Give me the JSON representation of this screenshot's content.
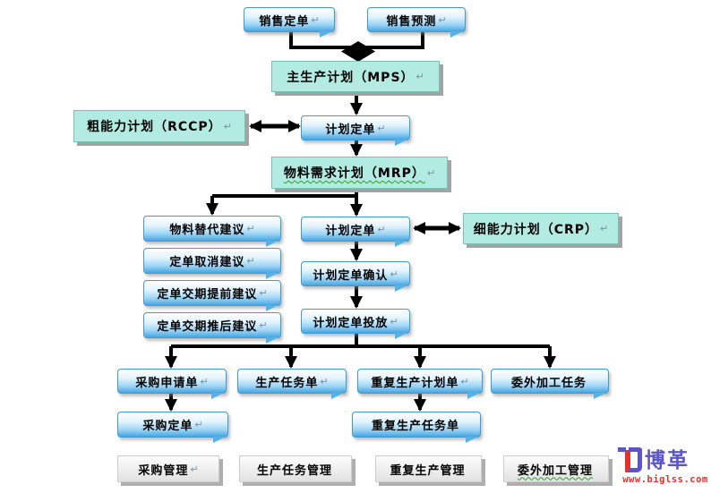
{
  "nodes": {
    "sales_order": {
      "label": "销售定单",
      "suffix": "↵"
    },
    "sales_forecast": {
      "label": "销售预测",
      "suffix": "↵"
    },
    "mps": {
      "label": "主生产计划（MPS）",
      "suffix": "↵"
    },
    "rccp": {
      "label": "粗能力计划（RCCP）",
      "suffix": "↵"
    },
    "planned_order_1": {
      "label": "计划定单",
      "suffix": "↵"
    },
    "mrp": {
      "label": "物料需求计划（MRP）",
      "suffix": "↵"
    },
    "material_substitute": {
      "label": "物料替代建议",
      "suffix": "↵"
    },
    "order_cancel": {
      "label": "定单取消建议",
      "suffix": "↵"
    },
    "order_advance": {
      "label": "定单交期提前建议",
      "suffix": "↵"
    },
    "order_delay": {
      "label": "定单交期推后建议",
      "suffix": "↵"
    },
    "planned_order_2": {
      "label": "计划定单",
      "suffix": "↵"
    },
    "crp": {
      "label": "细能力计划（CRP）",
      "suffix": "↵"
    },
    "order_confirm": {
      "label": "计划定单确认",
      "suffix": "↵"
    },
    "order_release": {
      "label": "计划定单投放",
      "suffix": "↵"
    },
    "purchase_request": {
      "label": "采购申请单",
      "suffix": "↵"
    },
    "production_task": {
      "label": "生产任务单",
      "suffix": "↵"
    },
    "repeat_plan": {
      "label": "重复生产计划单",
      "suffix": "↵"
    },
    "outsourcing_task": {
      "label": "委外加工任务",
      "suffix": ""
    },
    "purchase_order": {
      "label": "采购定单",
      "suffix": "↵"
    },
    "repeat_task": {
      "label": "重复生产任务单",
      "suffix": ""
    },
    "purchase_mgmt": {
      "label": "采购管理",
      "suffix": "↵"
    },
    "production_mgmt": {
      "label": "生产任务管理",
      "suffix": ""
    },
    "repeat_mgmt": {
      "label": "重复生产管理",
      "suffix": ""
    },
    "outsourcing_mgmt": {
      "label": "委外加工管理",
      "suffix": ""
    }
  },
  "logo": {
    "brand": "博革",
    "site": "www.biglss.com"
  },
  "colors": {
    "blue_box_top": "#ffffff",
    "blue_box_bottom": "#44a5e1",
    "teal_box": "#b2ebe2",
    "gray_box": "#e2e2e2",
    "arrow": "#000000",
    "squiggle_green": "#2ca02c",
    "logo_purple": "#5b55c6",
    "logo_red": "#e4312b",
    "return_mark_gray": "#7d8fa5"
  }
}
